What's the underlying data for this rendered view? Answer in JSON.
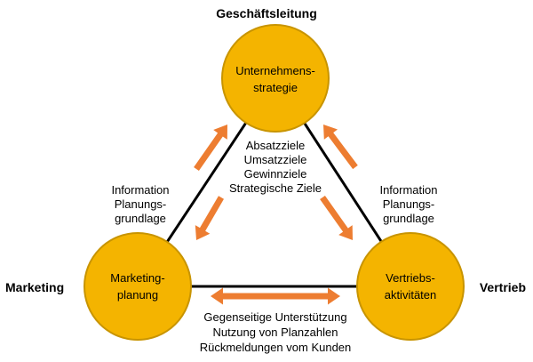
{
  "colors": {
    "node_fill": "#F4B400",
    "node_stroke": "#C89400",
    "arrow": "#ED7D31",
    "line": "#000000"
  },
  "roles": {
    "top": "Geschäftsleitung",
    "left": "Marketing",
    "right": "Vertrieb"
  },
  "nodes": {
    "top": {
      "line1": "Unternehmens-",
      "line2": "strategie"
    },
    "left": {
      "line1": "Marketing-",
      "line2": "planung"
    },
    "right": {
      "line1": "Vertriebs-",
      "line2": "aktivitäten"
    }
  },
  "flows": {
    "top_down": [
      "Absatzziele",
      "Umsatzziele",
      "Gewinnziele",
      "Strategische Ziele"
    ],
    "left_up": [
      "Information",
      "Planungs-",
      "grundlage"
    ],
    "right_up": [
      "Information",
      "Planungs-",
      "grundlage"
    ],
    "bottom": [
      "Gegenseitige Unterstützung",
      "Nutzung von Planzahlen",
      "Rückmeldungen vom Kunden"
    ]
  }
}
